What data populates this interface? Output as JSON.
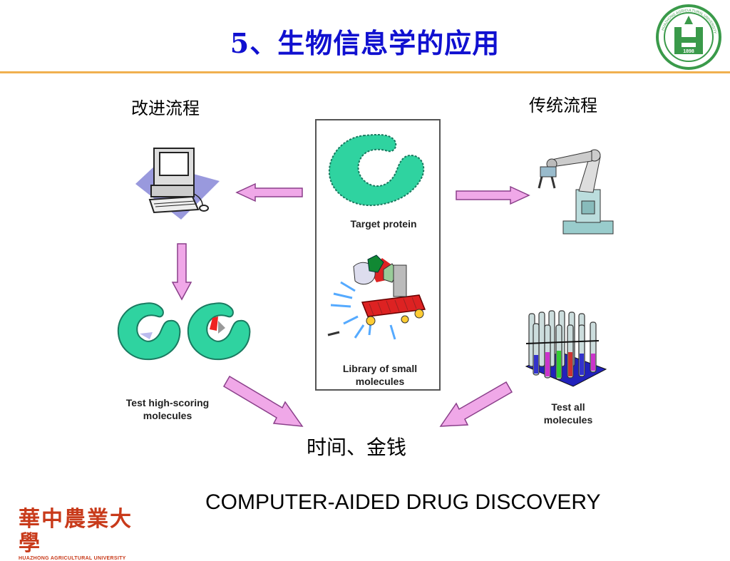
{
  "header": {
    "title": "5、生物信息学的应用"
  },
  "labels": {
    "improved_process": "改进流程",
    "traditional_process": "传统流程",
    "time_money": "时间、金钱"
  },
  "captions": {
    "target_protein": "Target protein",
    "library_line1": "Library of small",
    "library_line2": "molecules",
    "test_high_line1": "Test high-scoring",
    "test_high_line2": "molecules",
    "test_all_line1": "Test all",
    "test_all_line2": "molecules"
  },
  "footer": {
    "text": "COMPUTER-AIDED DRUG DISCOVERY",
    "university_cn": "華中農業大學",
    "university_en": "HUAZHONG AGRICULTURAL UNIVERSITY"
  },
  "logo": {
    "year": "1898",
    "ring_text": "HUAZHONG AGRICULTURAL UNIVERSITY"
  },
  "colors": {
    "title": "#1010d0",
    "divider": "#f0b050",
    "protein": "#2fd3a0",
    "arrow_fill": "#f0a8e8",
    "arrow_stroke": "#8a3f8a",
    "logo_green": "#3a9a4a",
    "university_red": "#c83a1a"
  }
}
